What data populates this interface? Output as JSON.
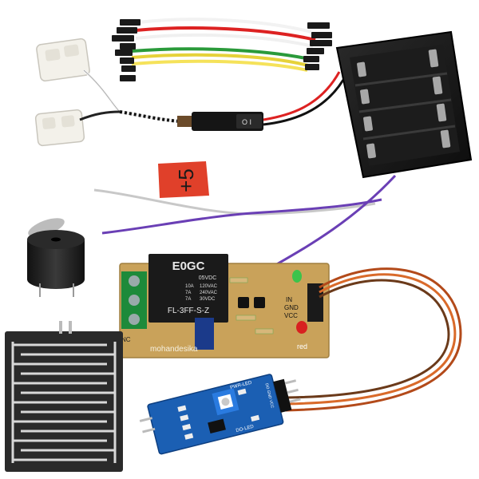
{
  "sign": {
    "text": "+5"
  },
  "relay": {
    "brand": "E0GC",
    "rating": "05VDC",
    "spec_left": [
      "10A",
      "7A",
      "7A"
    ],
    "spec_right": [
      "120VAC",
      "240VAC",
      "30VDC"
    ],
    "model": "FL-3FF-S-Z"
  },
  "relay_board": {
    "pins": [
      "IN",
      "GND",
      "VCC"
    ],
    "led_label": "red",
    "nc_label": "NC",
    "maker": "mohandesika"
  },
  "sensor_module": {
    "top_label": "PWR-LED",
    "pin_label": "DO GND VCC",
    "bottom_label": "DO-LED"
  },
  "switch": {
    "marks": "O  I"
  },
  "colors": {
    "relay_body": "#1a1a1a",
    "relay_pcb": "#c9a25a",
    "sensor_pcb": "#1b5fb3",
    "rain_pcb": "#2a2a2a",
    "sign_red": "#e0402a"
  }
}
